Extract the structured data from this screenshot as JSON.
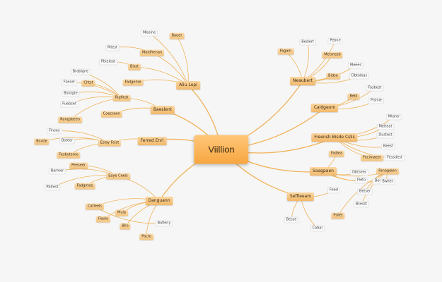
{
  "colors": {
    "background": "#f6f6f6",
    "link": "#f0b35a",
    "node": "#f7b866",
    "center": "#f8ad4f"
  },
  "nodes": [
    {
      "id": "c",
      "label": "Viillion",
      "type": "center"
    },
    {
      "id": "A",
      "label": "Aliu Lupi",
      "type": "branch",
      "parent": "c"
    },
    {
      "id": "B",
      "label": "Baeslent",
      "type": "branch",
      "parent": "c"
    },
    {
      "id": "C",
      "label": "Ferred Enrl",
      "type": "branch",
      "parent": "c"
    },
    {
      "id": "D",
      "label": "Danguann",
      "type": "branch",
      "parent": "c"
    },
    {
      "id": "E",
      "label": "Neaubert",
      "type": "branch",
      "parent": "c"
    },
    {
      "id": "F",
      "label": "Caldgeom",
      "type": "branch",
      "parent": "c"
    },
    {
      "id": "G",
      "label": "Freensh Bisde Cslis",
      "type": "branch",
      "parent": "c"
    },
    {
      "id": "H",
      "label": "Saagpaen",
      "type": "branch",
      "parent": "c"
    },
    {
      "id": "I",
      "label": "Seffieeam",
      "type": "branch",
      "parent": "c"
    },
    {
      "id": "a1",
      "label": "Meeine",
      "type": "leaf",
      "parent": "A"
    },
    {
      "id": "a2",
      "label": "Bauer",
      "type": "sub",
      "parent": "A"
    },
    {
      "id": "a3",
      "label": "Maidfrenan",
      "type": "sub",
      "parent": "A"
    },
    {
      "id": "a4",
      "label": "Bisst",
      "type": "sub",
      "parent": "A"
    },
    {
      "id": "a5",
      "label": "Fadgeme",
      "type": "sub",
      "parent": "A"
    },
    {
      "id": "a31",
      "label": "Mtest",
      "type": "leaf",
      "parent": "a3"
    },
    {
      "id": "a41",
      "label": "Pbieleat",
      "type": "leaf",
      "parent": "a4"
    },
    {
      "id": "b1",
      "label": "Rigfiest",
      "type": "sub",
      "parent": "B"
    },
    {
      "id": "b2",
      "label": "Coecsenn",
      "type": "sub",
      "parent": "B"
    },
    {
      "id": "b11",
      "label": "Brabigne",
      "type": "leaf",
      "parent": "b1"
    },
    {
      "id": "b12",
      "label": "Fsecer",
      "type": "leaf",
      "parent": "b1"
    },
    {
      "id": "b13",
      "label": "Chtst",
      "type": "sub",
      "parent": "b1"
    },
    {
      "id": "b14",
      "label": "Bstdgte",
      "type": "leaf",
      "parent": "b1"
    },
    {
      "id": "b15",
      "label": "Fuebset",
      "type": "leaf",
      "parent": "b1"
    },
    {
      "id": "b16",
      "label": "Rangsbeen",
      "type": "sub",
      "parent": "b1"
    },
    {
      "id": "c1",
      "label": "Eslay Feist",
      "type": "sub",
      "parent": "C"
    },
    {
      "id": "c11",
      "label": "Finsey",
      "type": "leaf",
      "parent": "c1"
    },
    {
      "id": "c12",
      "label": "Bsteer",
      "type": "leaf",
      "parent": "c1"
    },
    {
      "id": "c13",
      "label": "Bsvtle",
      "type": "sub",
      "parent": "c1"
    },
    {
      "id": "c14",
      "label": "Fesbytemo",
      "type": "sub",
      "parent": "c1"
    },
    {
      "id": "d1",
      "label": "Eaye Ceeis",
      "type": "sub",
      "parent": "D"
    },
    {
      "id": "d2",
      "label": "Catleels",
      "type": "sub",
      "parent": "D"
    },
    {
      "id": "d3",
      "label": "Muia",
      "type": "sub",
      "parent": "D"
    },
    {
      "id": "d4",
      "label": "Fiasio",
      "type": "sub",
      "parent": "D"
    },
    {
      "id": "d5",
      "label": "Blio",
      "type": "sub",
      "parent": "D"
    },
    {
      "id": "d6",
      "label": "Pacto",
      "type": "sub",
      "parent": "D"
    },
    {
      "id": "d11",
      "label": "Peeseer",
      "type": "sub",
      "parent": "d1"
    },
    {
      "id": "d12",
      "label": "Fadgmee",
      "type": "sub",
      "parent": "d1"
    },
    {
      "id": "d13",
      "label": "Barmer",
      "type": "leaf",
      "parent": "d1"
    },
    {
      "id": "d14",
      "label": "Pbltest",
      "type": "leaf",
      "parent": "d1"
    },
    {
      "id": "d21",
      "label": "Bafieny",
      "type": "leaf",
      "parent": "d2"
    },
    {
      "id": "e1",
      "label": "Fagam",
      "type": "sub",
      "parent": "E"
    },
    {
      "id": "e2",
      "label": "Beslert",
      "type": "leaf",
      "parent": "E"
    },
    {
      "id": "e3",
      "label": "Pebne",
      "type": "leaf",
      "parent": "E"
    },
    {
      "id": "e4",
      "label": "Melsnesb",
      "type": "sub",
      "parent": "E"
    },
    {
      "id": "e5",
      "label": "Bidse",
      "type": "sub",
      "parent": "E"
    },
    {
      "id": "e6",
      "label": "Dbtoleas",
      "type": "leaf",
      "parent": "E"
    },
    {
      "id": "e7",
      "label": "Meees",
      "type": "leaf",
      "parent": "E"
    },
    {
      "id": "f1",
      "label": "Bebl",
      "type": "sub",
      "parent": "F"
    },
    {
      "id": "f2",
      "label": "Fasbest",
      "type": "leaf",
      "parent": "F"
    },
    {
      "id": "f3",
      "label": "Pishiie",
      "type": "leaf",
      "parent": "F"
    },
    {
      "id": "g1",
      "label": "Mtarer",
      "type": "leaf",
      "parent": "G"
    },
    {
      "id": "g2",
      "label": "Meiteat",
      "type": "leaf",
      "parent": "G"
    },
    {
      "id": "g3",
      "label": "Dustest",
      "type": "leaf",
      "parent": "G"
    },
    {
      "id": "g4",
      "label": "Beest",
      "type": "leaf",
      "parent": "G"
    },
    {
      "id": "g5",
      "label": "Fecimaeer",
      "type": "sub",
      "parent": "G"
    },
    {
      "id": "g6",
      "label": "Fessdest",
      "type": "leaf",
      "parent": "G"
    },
    {
      "id": "h1",
      "label": "Fadiea",
      "type": "sub",
      "parent": "H"
    },
    {
      "id": "h2",
      "label": "Dbtseer",
      "type": "leaf",
      "parent": "H"
    },
    {
      "id": "h3",
      "label": "Fleto",
      "type": "leaf",
      "parent": "H"
    },
    {
      "id": "h4",
      "label": "Beest",
      "type": "leaf",
      "parent": "H"
    },
    {
      "id": "h5",
      "label": "Fanageien",
      "type": "sub",
      "parent": "H"
    },
    {
      "id": "h51",
      "label": "Bwilet",
      "type": "leaf",
      "parent": "h5"
    },
    {
      "id": "h52",
      "label": "Betser",
      "type": "leaf",
      "parent": "h5"
    },
    {
      "id": "h53",
      "label": "Bsesst",
      "type": "leaf",
      "parent": "h5"
    },
    {
      "id": "h54",
      "label": "Fsilet",
      "type": "sub",
      "parent": "h5"
    },
    {
      "id": "i1",
      "label": "Feed",
      "type": "leaf",
      "parent": "I"
    },
    {
      "id": "i2",
      "label": "Besse",
      "type": "leaf",
      "parent": "I"
    },
    {
      "id": "i3",
      "label": "Cabar",
      "type": "leaf",
      "parent": "I"
    }
  ]
}
